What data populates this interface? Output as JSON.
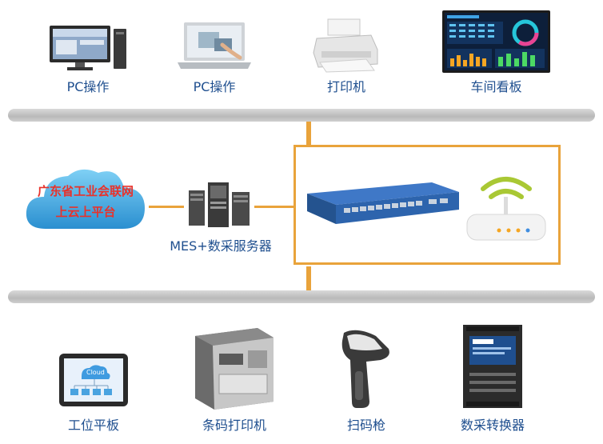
{
  "top_devices": [
    {
      "label": "PC操作",
      "icon": "desktop-pc-icon"
    },
    {
      "label": "PC操作",
      "icon": "laptop-touch-icon"
    },
    {
      "label": "打印机",
      "icon": "printer-icon"
    },
    {
      "label": "车间看板",
      "icon": "workshop-dashboard-icon"
    }
  ],
  "cloud": {
    "line1": "广东省工业会联网",
    "line2": "上云上平台",
    "icon": "cloud-icon"
  },
  "server": {
    "label": "MES+数采服务器",
    "icon": "server-icon"
  },
  "network_box": {
    "switch_icon": "network-switch-icon",
    "router_icon": "wifi-router-icon"
  },
  "bottom_devices": [
    {
      "label": "工位平板",
      "icon": "tablet-icon",
      "screen_text": "Cloud"
    },
    {
      "label": "条码打印机",
      "icon": "barcode-printer-icon"
    },
    {
      "label": "扫码枪",
      "icon": "barcode-scanner-icon"
    },
    {
      "label": "数采转换器",
      "icon": "data-converter-icon"
    }
  ],
  "colors": {
    "accent": "#e9a33b",
    "label": "#1f4f8f",
    "cloud_text": "#e8322b",
    "bus": "#c4c4c4"
  }
}
